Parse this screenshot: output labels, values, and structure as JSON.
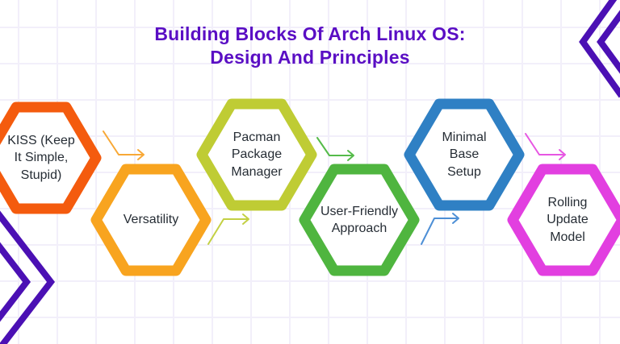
{
  "title": {
    "text": "Building Blocks Of Arch Linux OS:\nDesign And Principles",
    "color": "#5a0ec4"
  },
  "labels": {
    "color": "#262d35"
  },
  "decorations": {
    "chevron_color": "#4b10b4"
  },
  "hexagons": [
    {
      "id": "kiss",
      "label": "KISS (Keep\nIt Simple,\nStupid)",
      "color": "#f45b0e"
    },
    {
      "id": "versatility",
      "label": "Versatility",
      "color": "#f8a41f"
    },
    {
      "id": "pacman",
      "label": "Pacman\nPackage\nManager",
      "color": "#bfcc34"
    },
    {
      "id": "user-friendly",
      "label": "User-Friendly\nApproach",
      "color": "#4fb53f"
    },
    {
      "id": "minimal",
      "label": "Minimal\nBase\nSetup",
      "color": "#2f80c4"
    },
    {
      "id": "rolling",
      "label": "Rolling\nUpdate\nModel",
      "color": "#e23fe0"
    }
  ],
  "arrows": [
    {
      "from": "kiss",
      "to": "versatility",
      "color": "#f8a836"
    },
    {
      "from": "versatility",
      "to": "pacman",
      "color": "#c3d043"
    },
    {
      "from": "pacman",
      "to": "user-friendly",
      "color": "#55bb4a"
    },
    {
      "from": "user-friendly",
      "to": "minimal",
      "color": "#4d8fd6"
    },
    {
      "from": "minimal",
      "to": "rolling",
      "color": "#e756e2"
    }
  ]
}
